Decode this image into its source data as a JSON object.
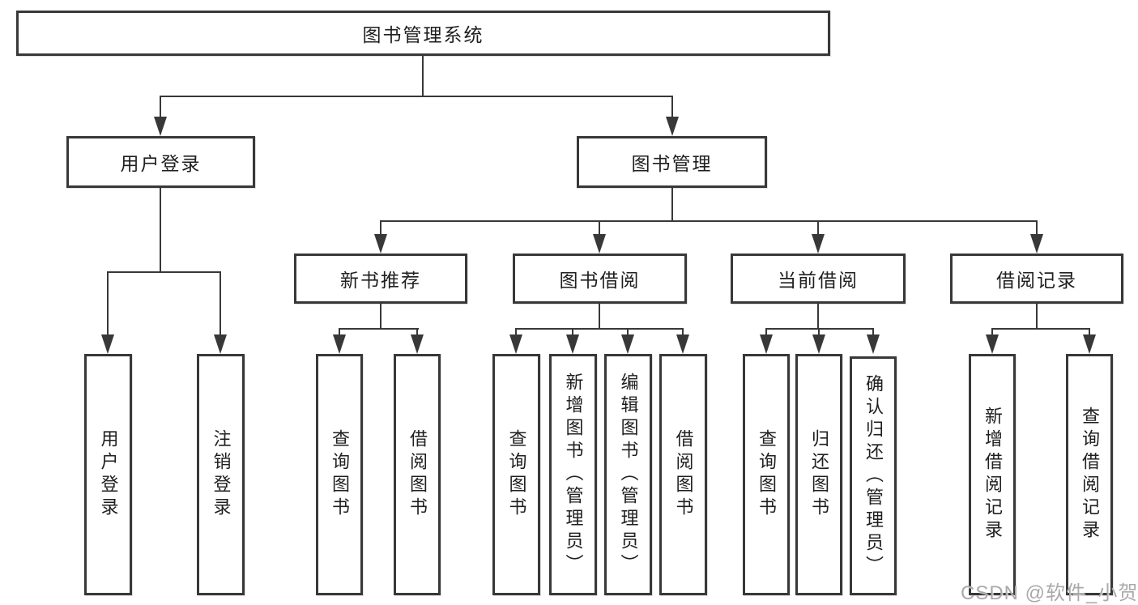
{
  "diagram_type": "functional-structure-tree",
  "colors": {
    "line": "#383838",
    "text": "#1f1f1f",
    "watermark": "#a9a9a9",
    "bg": "#ffffff"
  },
  "hierarchy": {
    "label": "图书管理系统",
    "children": [
      {
        "label": "用户登录",
        "children": [
          {
            "label": "用户登录"
          },
          {
            "label": "注销登录"
          }
        ]
      },
      {
        "label": "图书管理",
        "children": [
          {
            "label": "新书推荐",
            "children": [
              {
                "label": "查询图书"
              },
              {
                "label": "借阅图书"
              }
            ]
          },
          {
            "label": "图书借阅",
            "children": [
              {
                "label": "查询图书"
              },
              {
                "label": "新增图书（管理员）"
              },
              {
                "label": "编辑图书（管理员）"
              },
              {
                "label": "借阅图书"
              }
            ]
          },
          {
            "label": "当前借阅",
            "children": [
              {
                "label": "查询图书"
              },
              {
                "label": "归还图书"
              },
              {
                "label": "确认归还（管理员）"
              }
            ]
          },
          {
            "label": "借阅记录",
            "children": [
              {
                "label": "新增借阅记录"
              },
              {
                "label": "查询借阅记录"
              }
            ]
          }
        ]
      }
    ]
  },
  "watermark": {
    "text": "CSDN @软件_小贺同学"
  }
}
